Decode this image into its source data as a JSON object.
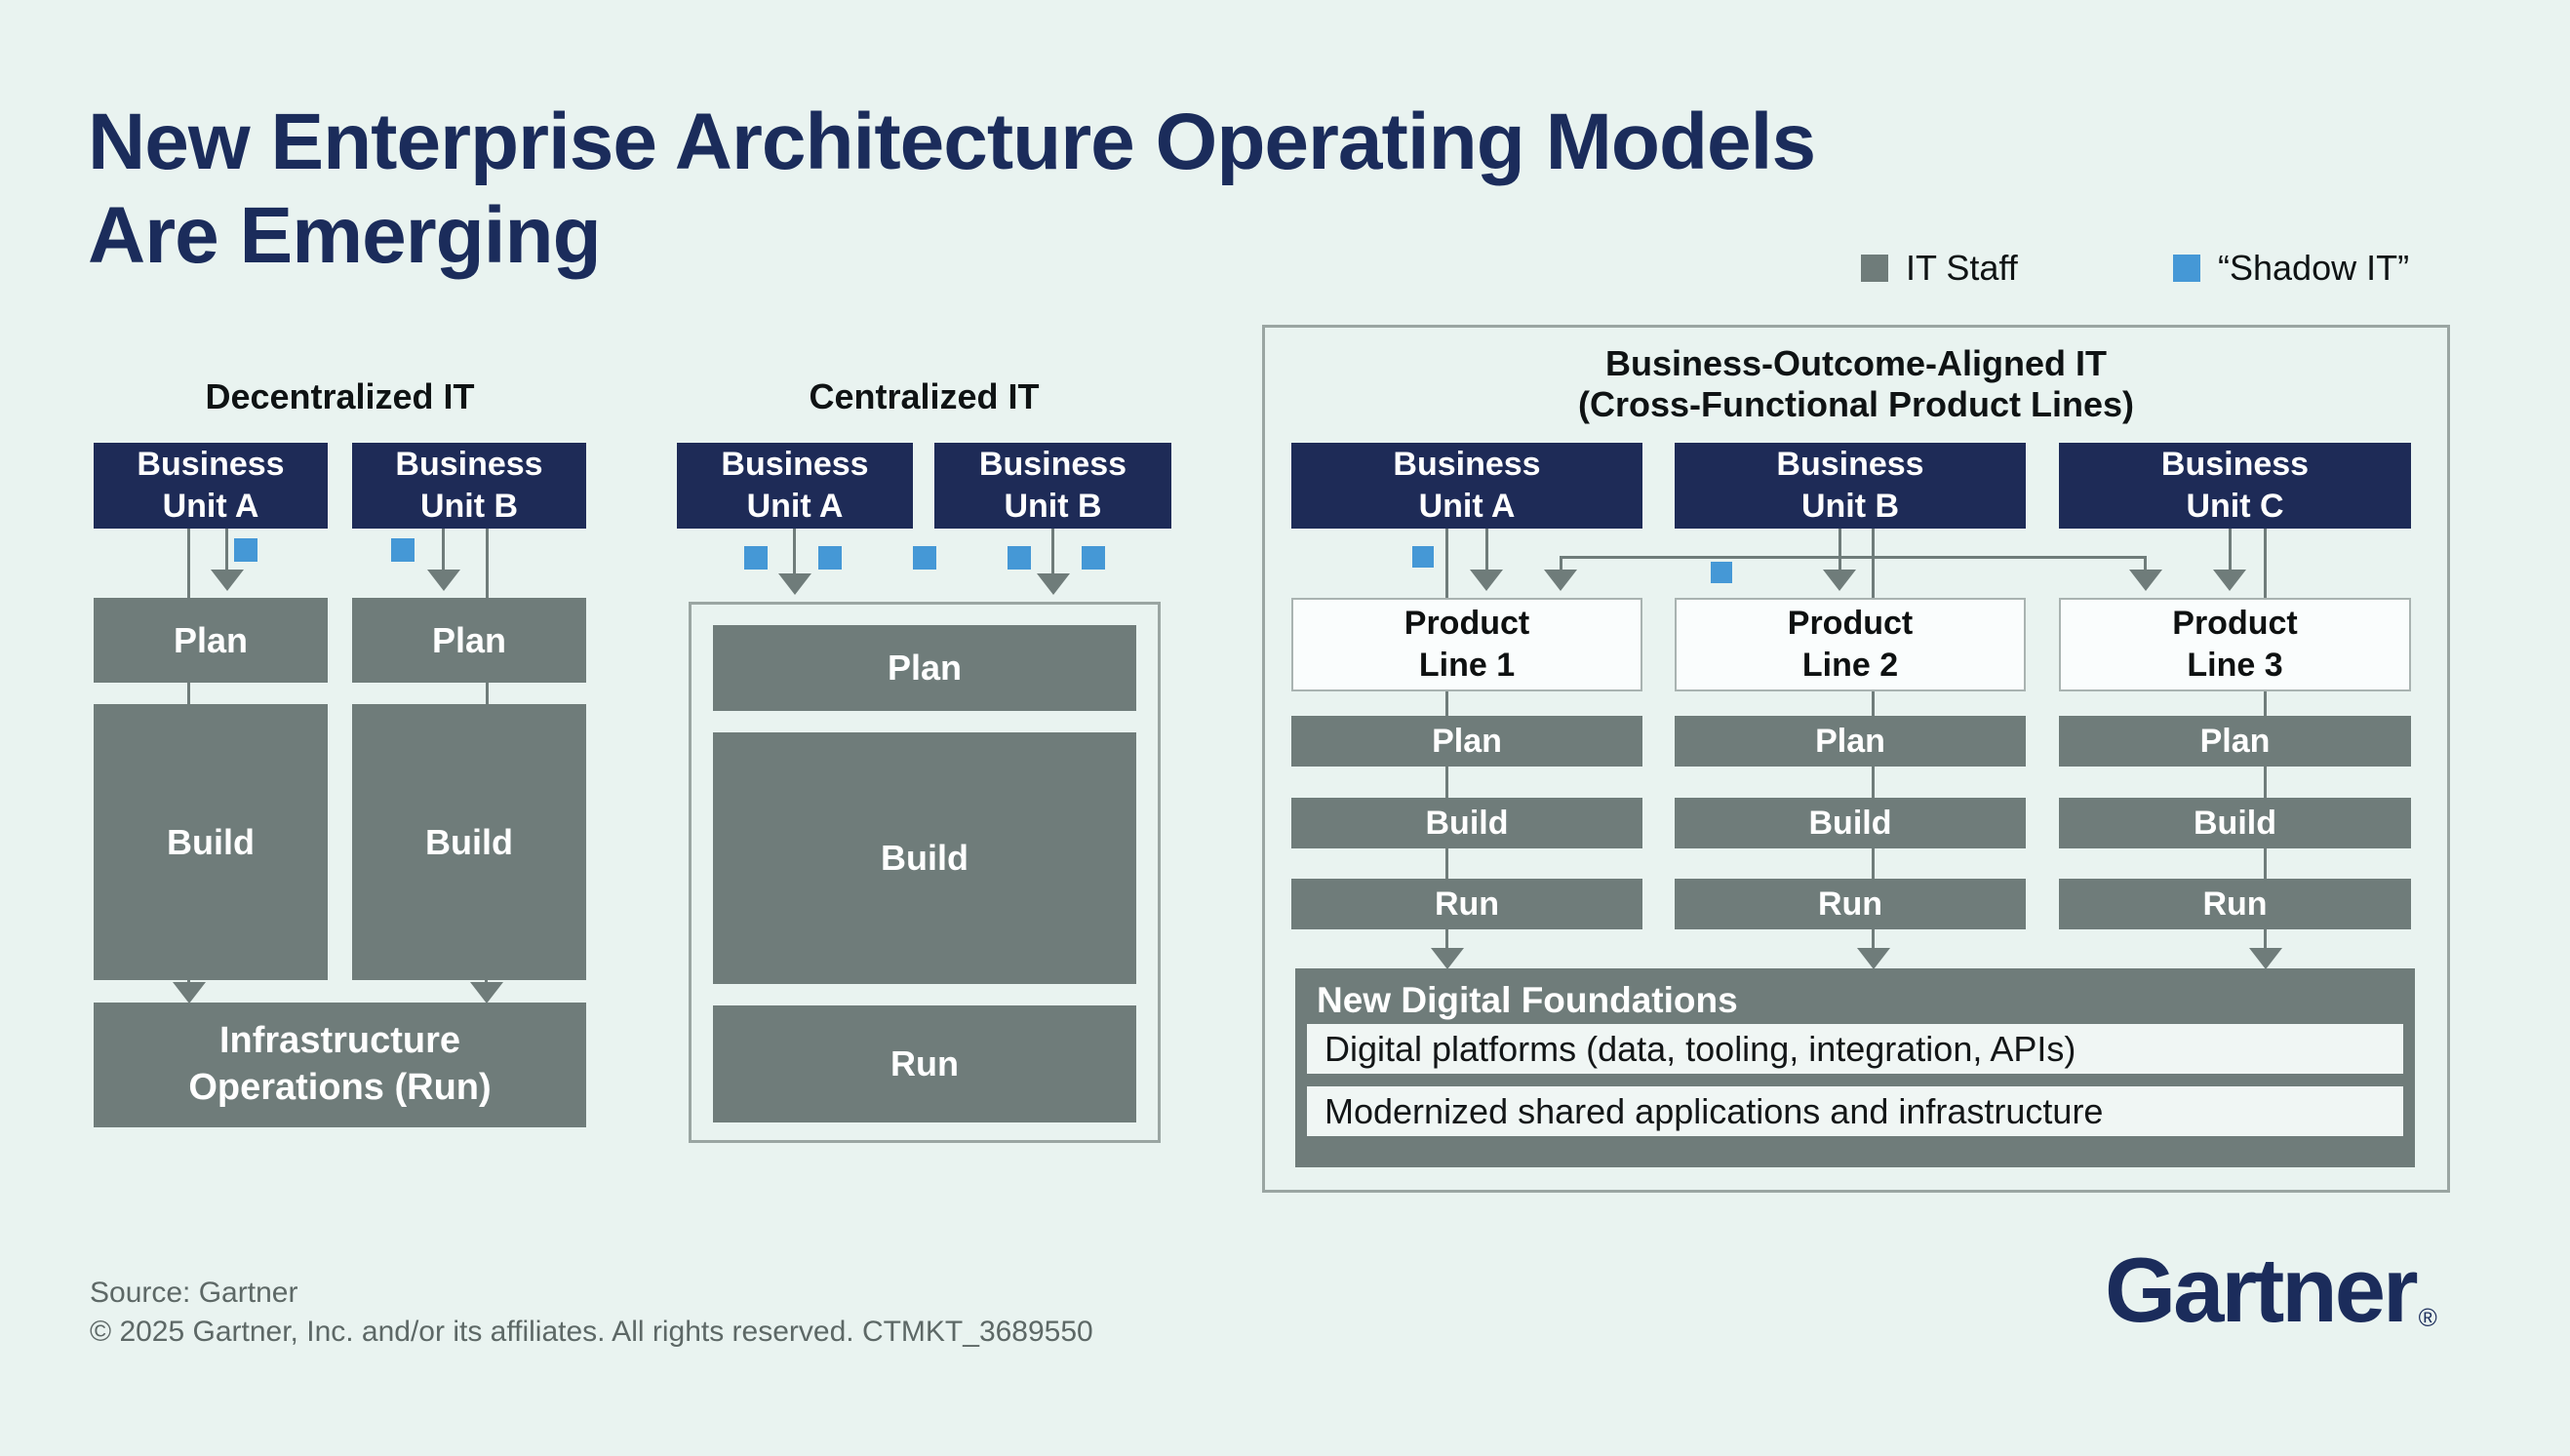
{
  "colors": {
    "background": "#e9f3f0",
    "navy_box": "#1e2b57",
    "gray_box": "#6f7c7a",
    "shadow_it_blue": "#4598d6",
    "panel_border": "#9aa5a2",
    "title_navy": "#1b2c5b"
  },
  "title": {
    "line1": "New Enterprise Architecture Operating Models",
    "line2": "Are Emerging"
  },
  "legend": {
    "it_staff": "IT Staff",
    "shadow_it": "“Shadow IT”"
  },
  "panels": {
    "decentralized": {
      "title": "Decentralized IT",
      "unit_a": {
        "line1": "Business",
        "line2": "Unit A"
      },
      "unit_b": {
        "line1": "Business",
        "line2": "Unit B"
      },
      "plan": "Plan",
      "build": "Build",
      "infrastructure": {
        "line1": "Infrastructure",
        "line2": "Operations (Run)"
      }
    },
    "centralized": {
      "title": "Centralized IT",
      "unit_a": {
        "line1": "Business",
        "line2": "Unit A"
      },
      "unit_b": {
        "line1": "Business",
        "line2": "Unit B"
      },
      "plan": "Plan",
      "build": "Build",
      "run": "Run"
    },
    "aligned": {
      "title_line1": "Business-Outcome-Aligned IT",
      "title_line2": "(Cross-Functional Product Lines)",
      "unit_a": {
        "line1": "Business",
        "line2": "Unit A"
      },
      "unit_b": {
        "line1": "Business",
        "line2": "Unit B"
      },
      "unit_c": {
        "line1": "Business",
        "line2": "Unit C"
      },
      "product_line_1": {
        "line1": "Product",
        "line2": "Line 1"
      },
      "product_line_2": {
        "line1": "Product",
        "line2": "Line 2"
      },
      "product_line_3": {
        "line1": "Product",
        "line2": "Line 3"
      },
      "plan": "Plan",
      "build": "Build",
      "run": "Run",
      "foundations": {
        "title": "New Digital Foundations",
        "items": [
          "Digital platforms (data, tooling, integration, APIs)",
          "Modernized shared applications and infrastructure"
        ]
      }
    }
  },
  "footer": {
    "source": "Source: Gartner",
    "copyright": "© 2025 Gartner, Inc. and/or its affiliates. All rights reserved. CTMKT_3689550"
  },
  "logo": {
    "text": "Gartner",
    "registered": "®"
  }
}
